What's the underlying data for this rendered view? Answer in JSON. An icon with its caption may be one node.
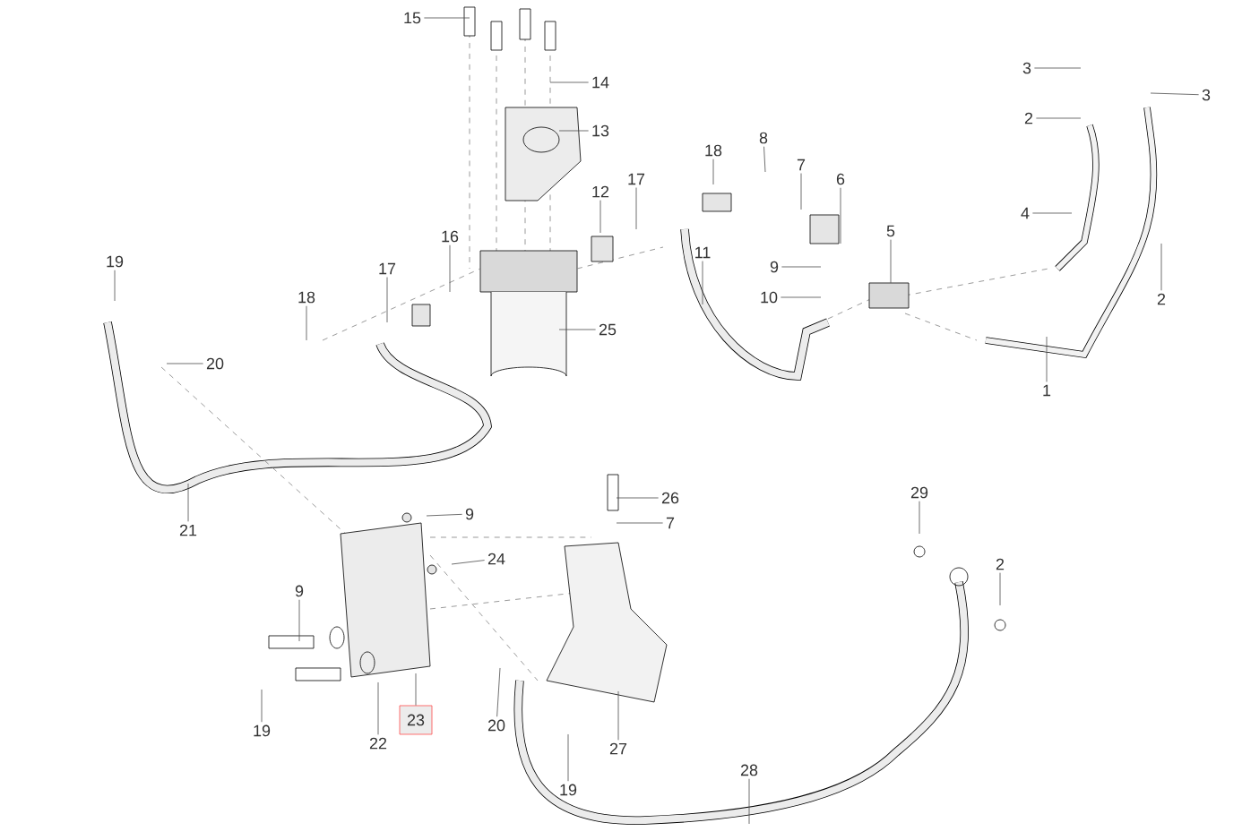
{
  "diagram": {
    "nodes": [
      {
        "text": [
          "15"
        ]
      },
      {
        "text": [
          "3"
        ]
      },
      {
        "text": [
          "14"
        ]
      },
      {
        "text": [
          "3"
        ]
      },
      {
        "text": [
          "2"
        ]
      },
      {
        "text": [
          "13"
        ]
      },
      {
        "text": [
          "8"
        ]
      },
      {
        "text": [
          "18"
        ]
      },
      {
        "text": [
          "7"
        ]
      },
      {
        "text": [
          "17"
        ]
      },
      {
        "text": [
          "6"
        ]
      },
      {
        "text": [
          "12"
        ]
      },
      {
        "text": [
          "4"
        ]
      },
      {
        "text": [
          "5"
        ]
      },
      {
        "text": [
          "11"
        ]
      },
      {
        "text": [
          "16"
        ]
      },
      {
        "text": [
          "19"
        ]
      },
      {
        "text": [
          "17"
        ]
      },
      {
        "text": [
          "9"
        ]
      },
      {
        "text": [
          "18"
        ]
      },
      {
        "text": [
          "10"
        ]
      },
      {
        "text": [
          "2"
        ]
      },
      {
        "text": [
          "25"
        ]
      },
      {
        "text": [
          "20"
        ]
      },
      {
        "text": [
          "1"
        ]
      },
      {
        "text": [
          "29"
        ]
      },
      {
        "text": [
          "26"
        ]
      },
      {
        "text": [
          "7"
        ]
      },
      {
        "text": [
          "9"
        ]
      },
      {
        "text": [
          "21"
        ]
      },
      {
        "text": [
          "24"
        ]
      },
      {
        "text": [
          "2"
        ]
      },
      {
        "text": [
          "9"
        ]
      },
      {
        "text": [
          "23"
        ]
      },
      {
        "text": [
          "20"
        ]
      },
      {
        "text": [
          "19"
        ]
      },
      {
        "text": [
          "22"
        ]
      },
      {
        "text": [
          "27"
        ]
      },
      {
        "text": [
          "28"
        ]
      },
      {
        "text": [
          "19"
        ]
      }
    ],
    "edges": [
      {
        "from": 0,
        "to": null,
        "arrow": "none"
      },
      {
        "from": 1,
        "to": null,
        "arrow": "none"
      },
      {
        "from": 2,
        "to": null,
        "arrow": "none"
      },
      {
        "from": 3,
        "to": null,
        "arrow": "none"
      },
      {
        "from": 4,
        "to": null,
        "arrow": "none"
      },
      {
        "from": 5,
        "to": null,
        "arrow": "none"
      },
      {
        "from": 6,
        "to": null,
        "arrow": "none"
      },
      {
        "from": 7,
        "to": null,
        "arrow": "none"
      },
      {
        "from": 8,
        "to": null,
        "arrow": "none"
      },
      {
        "from": 9,
        "to": null,
        "arrow": "none"
      },
      {
        "from": 10,
        "to": null,
        "arrow": "none"
      },
      {
        "from": 11,
        "to": null,
        "arrow": "none"
      },
      {
        "from": 12,
        "to": null,
        "arrow": "none"
      },
      {
        "from": 13,
        "to": null,
        "arrow": "none"
      },
      {
        "from": 14,
        "to": null,
        "arrow": "none"
      },
      {
        "from": 15,
        "to": null,
        "arrow": "none"
      },
      {
        "from": 16,
        "to": null,
        "arrow": "none"
      },
      {
        "from": 17,
        "to": null,
        "arrow": "none"
      },
      {
        "from": 18,
        "to": null,
        "arrow": "none"
      },
      {
        "from": 19,
        "to": null,
        "arrow": "none"
      },
      {
        "from": 20,
        "to": null,
        "arrow": "none"
      },
      {
        "from": 21,
        "to": null,
        "arrow": "none"
      },
      {
        "from": 22,
        "to": null,
        "arrow": "none"
      },
      {
        "from": 23,
        "to": null,
        "arrow": "none"
      },
      {
        "from": 24,
        "to": null,
        "arrow": "none"
      },
      {
        "from": 25,
        "to": null,
        "arrow": "none"
      },
      {
        "from": 26,
        "to": null,
        "arrow": "none"
      },
      {
        "from": 27,
        "to": null,
        "arrow": "none"
      },
      {
        "from": 28,
        "to": null,
        "arrow": "none"
      },
      {
        "from": 29,
        "to": null,
        "arrow": "none"
      },
      {
        "from": 30,
        "to": null,
        "arrow": "none"
      },
      {
        "from": 31,
        "to": null,
        "arrow": "none"
      },
      {
        "from": 32,
        "to": null,
        "arrow": "none"
      },
      {
        "from": 33,
        "to": null,
        "arrow": "none"
      },
      {
        "from": 34,
        "to": null,
        "arrow": "none"
      },
      {
        "from": 35,
        "to": null,
        "arrow": "none"
      },
      {
        "from": 36,
        "to": null,
        "arrow": "none"
      },
      {
        "from": 37,
        "to": null,
        "arrow": "none"
      },
      {
        "from": 38,
        "to": null,
        "arrow": "none"
      },
      {
        "from": 39,
        "to": null,
        "arrow": "none"
      }
    ]
  }
}
